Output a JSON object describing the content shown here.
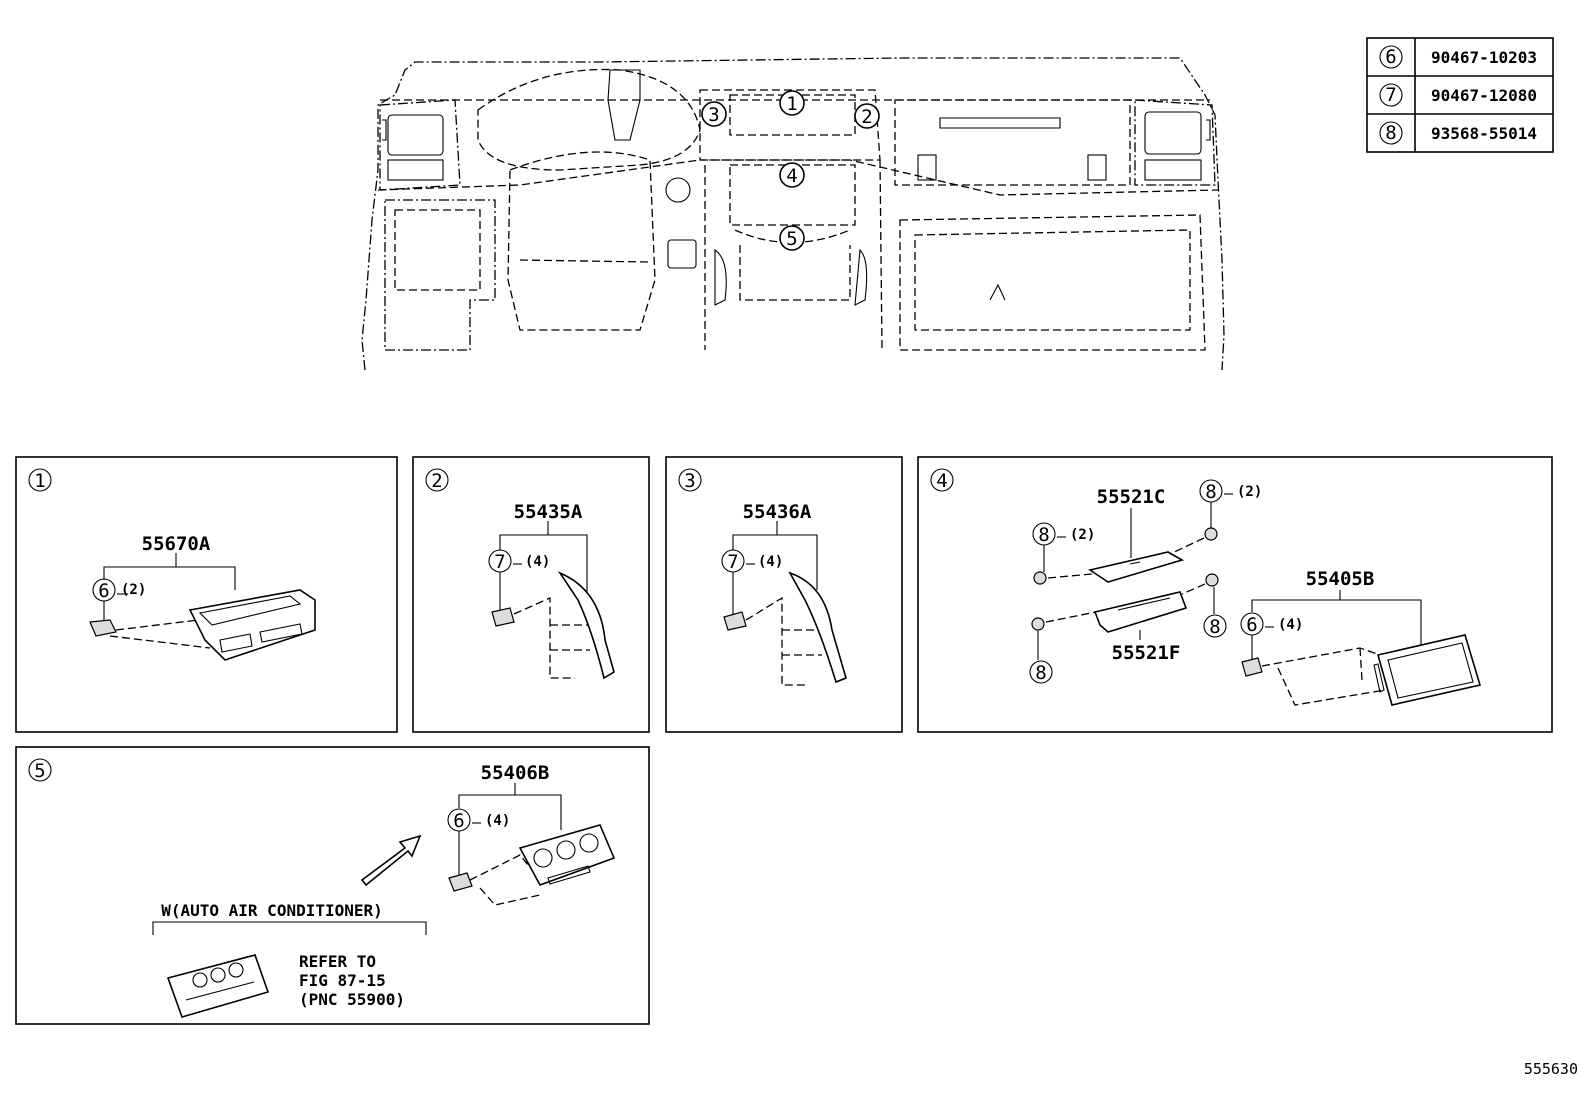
{
  "parts_table": [
    {
      "ref": "6",
      "part_no": "90467-10203"
    },
    {
      "ref": "7",
      "part_no": "90467-12080"
    },
    {
      "ref": "8",
      "part_no": "93568-55014"
    }
  ],
  "overview": {
    "callouts": [
      "1",
      "2",
      "3",
      "4",
      "5"
    ]
  },
  "panels": [
    {
      "ref": "1",
      "pnc": "55670A",
      "fasteners": [
        {
          "ref": "6",
          "qty": "(2)"
        }
      ]
    },
    {
      "ref": "2",
      "pnc": "55435A",
      "fasteners": [
        {
          "ref": "7",
          "qty": "(4)"
        }
      ]
    },
    {
      "ref": "3",
      "pnc": "55436A",
      "fasteners": [
        {
          "ref": "7",
          "qty": "(4)"
        }
      ]
    },
    {
      "ref": "4",
      "pnc_a": "55521C",
      "pnc_b": "55521F",
      "pnc_c": "55405B",
      "fasteners": [
        {
          "ref": "8",
          "qty": "(2)"
        },
        {
          "ref": "8",
          "qty": "(2)"
        },
        {
          "ref": "8",
          "qty": ""
        },
        {
          "ref": "8",
          "qty": ""
        },
        {
          "ref": "6",
          "qty": "(4)"
        }
      ]
    },
    {
      "ref": "5",
      "pnc": "55406B",
      "fasteners": [
        {
          "ref": "6",
          "qty": "(4)"
        }
      ],
      "condition": "W(AUTO AIR CONDITIONER)",
      "refer_lines": [
        "REFER TO",
        "FIG 87-15",
        "(PNC 55900)"
      ]
    }
  ],
  "figure_id": "555630"
}
